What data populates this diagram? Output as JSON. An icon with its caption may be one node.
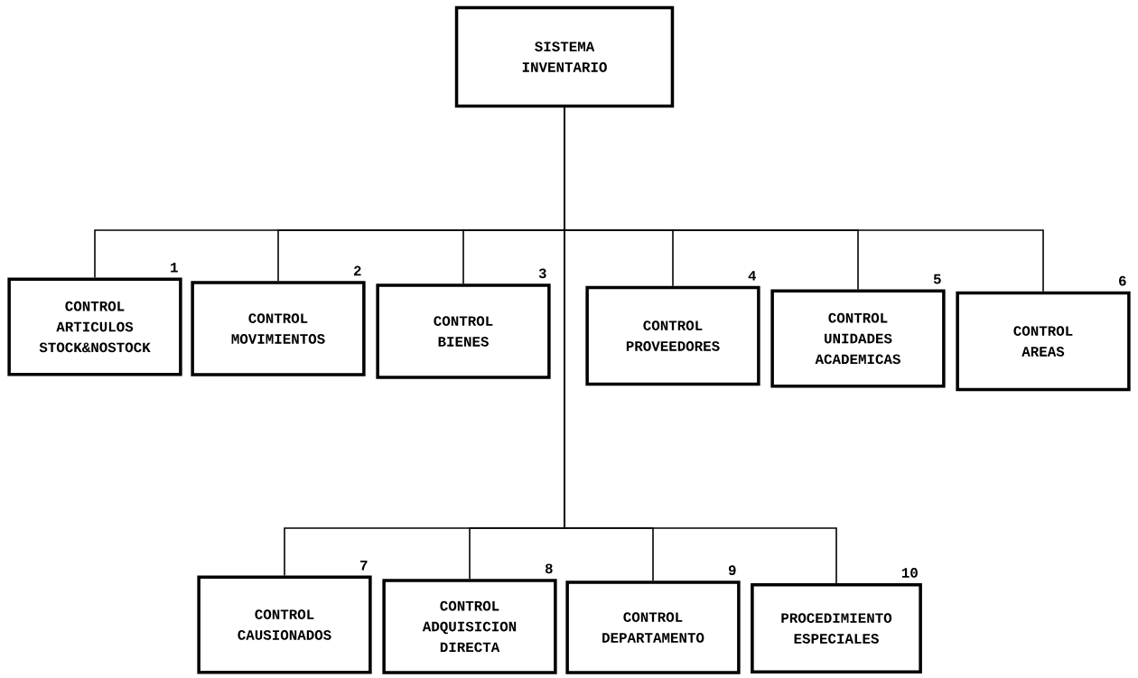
{
  "diagram": {
    "nodes": [
      {
        "text": [
          "SISTEMA INVENTARIO"
        ]
      },
      {
        "text": [
          "CONTROL ARTICULOS STOCK&NOSTOCK"
        ],
        "beside": [
          "1"
        ]
      },
      {
        "text": [
          "CONTROL MOVIMIENTOS"
        ],
        "beside": [
          "2"
        ]
      },
      {
        "text": [
          "CONTROL BIENES"
        ],
        "beside": [
          "3"
        ]
      },
      {
        "text": [
          "CONTROL PROVEEDORES"
        ],
        "beside": [
          "4"
        ]
      },
      {
        "text": [
          "CONTROL UNIDADES ACADEMICAS"
        ],
        "beside": [
          "5"
        ]
      },
      {
        "text": [
          "CONTROL AREAS"
        ],
        "beside": [
          "6"
        ]
      },
      {
        "text": [
          "CONTROL CAUSIONADOS"
        ],
        "beside": [
          "7"
        ]
      },
      {
        "text": [
          "CONTROL ADQUISICION DIRECTA"
        ],
        "beside": [
          "8"
        ]
      },
      {
        "text": [
          "CONTROL DEPARTAMENTO"
        ],
        "beside": [
          "9"
        ]
      },
      {
        "text": [
          "PROCEDIMIENTO ESPECIALES"
        ],
        "beside": [
          "10"
        ]
      }
    ],
    "edges": [
      {
        "from": 0,
        "to": 1,
        "arrow": "none"
      },
      {
        "from": 0,
        "to": 2,
        "arrow": "none"
      },
      {
        "from": 0,
        "to": 3,
        "arrow": "none"
      },
      {
        "from": 0,
        "to": 4,
        "arrow": "none"
      },
      {
        "from": 0,
        "to": 5,
        "arrow": "none"
      },
      {
        "from": 0,
        "to": 6,
        "arrow": "none"
      },
      {
        "from": 0,
        "to": 7,
        "arrow": "none"
      },
      {
        "from": 0,
        "to": 8,
        "arrow": "none"
      },
      {
        "from": 0,
        "to": 9,
        "arrow": "none"
      },
      {
        "from": 0,
        "to": 10,
        "arrow": "none"
      }
    ]
  }
}
